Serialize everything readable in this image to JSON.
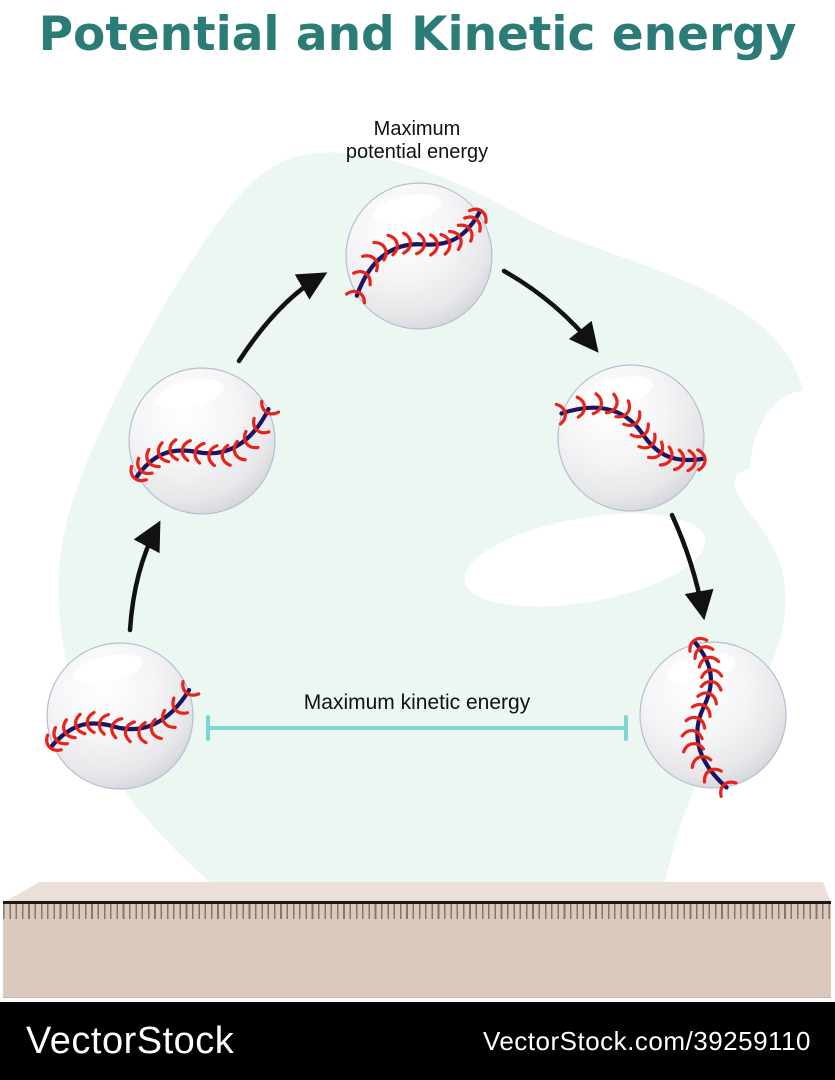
{
  "title": {
    "text": "Potential and Kinetic energy",
    "color": "#2b7b77"
  },
  "labels": {
    "potential": {
      "line1": "Maximum",
      "line2": "potential energy"
    },
    "kinetic": {
      "text": "Maximum kinetic energy"
    }
  },
  "diagram": {
    "description_names": [
      "baseball-icon",
      "trajectory-arrow-icon",
      "kinetic-range-line"
    ],
    "ball_count": 5,
    "arrow_count": 4
  },
  "colors": {
    "title_teal": "#2b7b77",
    "background_blob_mint": "#edf7f2",
    "measure_line_cyan": "#7fd6d2",
    "arrow_black": "#111111",
    "seam_navy": "#1a1464",
    "stitch_red": "#e8231a",
    "ball_shade": "#cfd0d6",
    "ground_top": "#ebdfd7",
    "ground_front": "#dcc9be",
    "ground_edge_black": "#1c1a19",
    "footer_black": "#000000"
  },
  "watermark": {
    "brand": "VectorStock",
    "credit": "VectorStock.com/39259110"
  }
}
